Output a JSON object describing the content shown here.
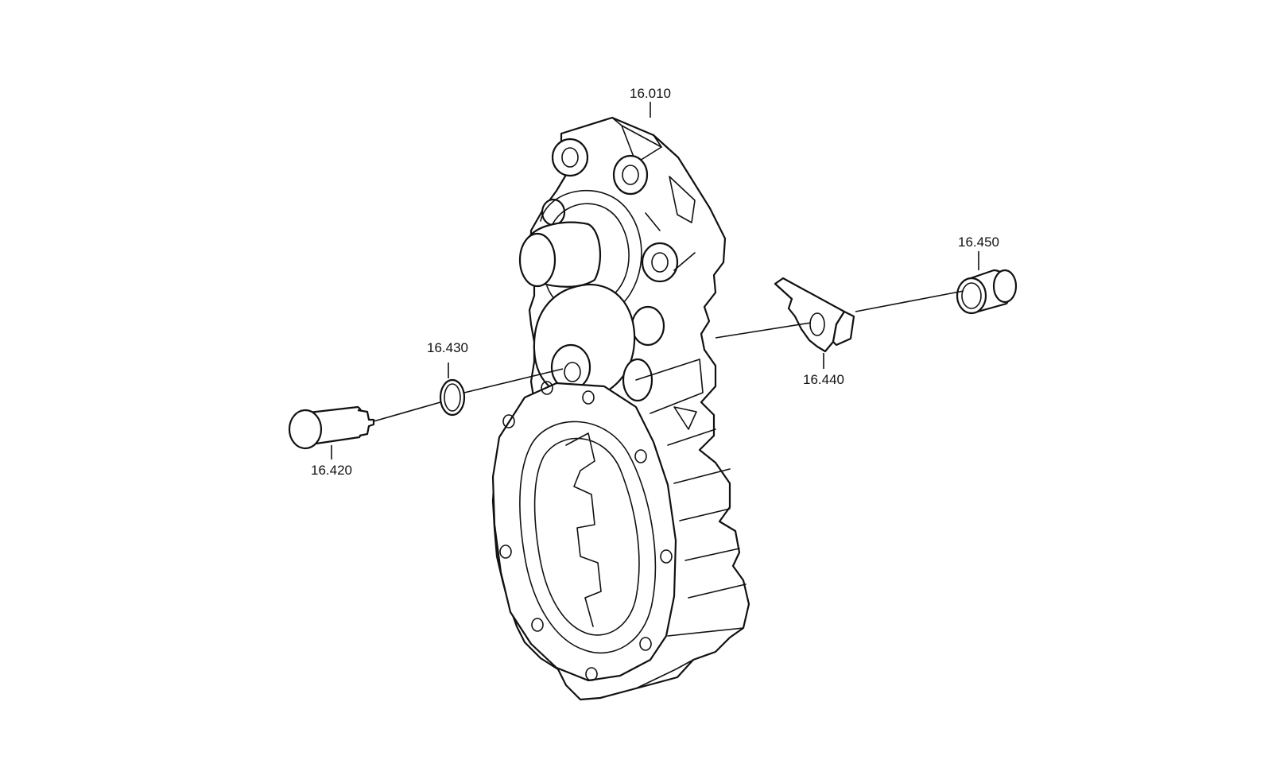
{
  "callouts": {
    "housing": "16.010",
    "plug": "16.420",
    "ring": "16.430",
    "bracket": "16.440",
    "sleeve": "16.450"
  },
  "colors": {
    "line": "#111111",
    "background": "#ffffff"
  }
}
